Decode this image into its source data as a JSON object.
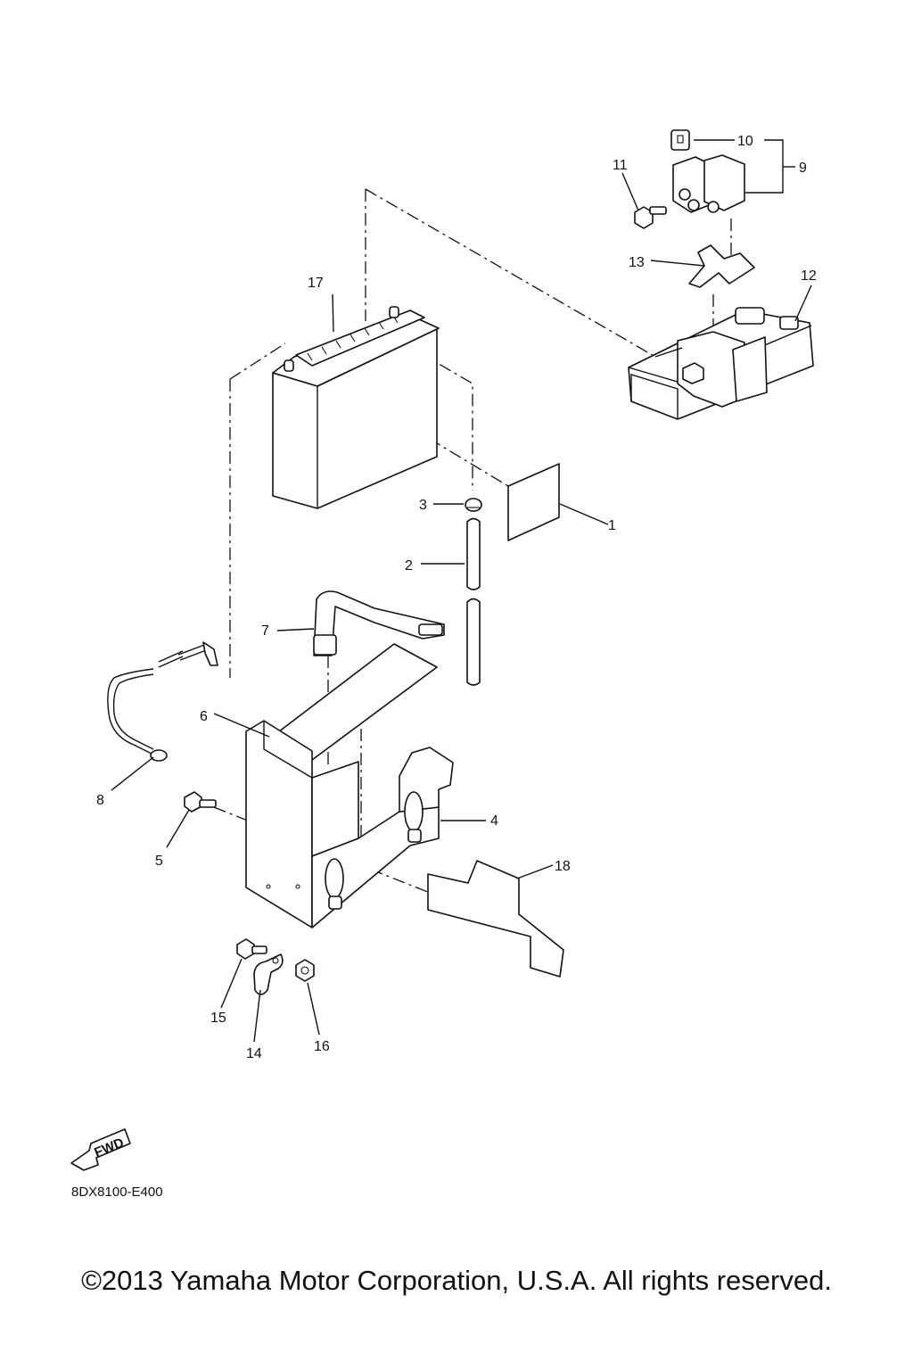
{
  "diagram": {
    "callouts": {
      "p1": "1",
      "p2": "2",
      "p3": "3",
      "p4": "4",
      "p5": "5",
      "p6": "6",
      "p7": "7",
      "p8": "8",
      "p9": "9",
      "p10": "10",
      "p11": "11",
      "p12": "12",
      "p13": "13",
      "p14": "14",
      "p15": "15",
      "p16": "16",
      "p17": "17",
      "p18": "18"
    },
    "fwd_label": "FWD",
    "diagram_code": "8DX8100-E400"
  },
  "footer": {
    "copyright": "©2013 Yamaha Motor Corporation, U.S.A. All rights reserved."
  }
}
